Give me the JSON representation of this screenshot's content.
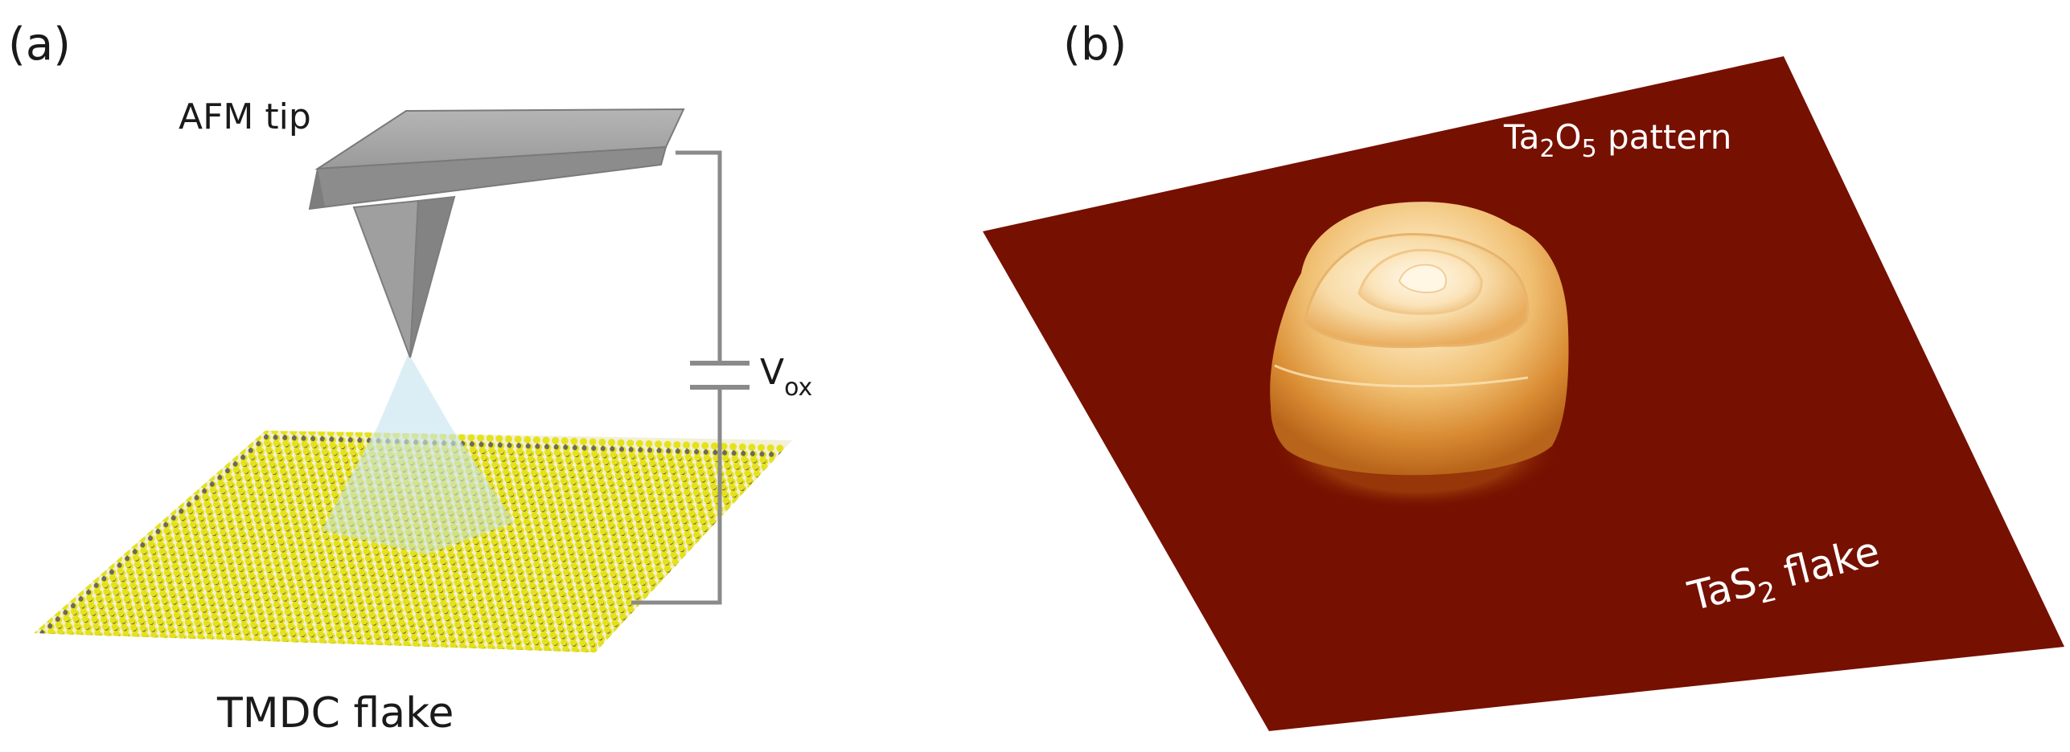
{
  "panel_a": {
    "label": "(a)",
    "tip_label": "AFM tip",
    "voltage": {
      "main": "V",
      "sub": "ox"
    },
    "flake_label": "TMDC flake",
    "colors": {
      "sulfur": "#e6e21a",
      "metal": "#6e6860",
      "tip": "#a6a6a6",
      "tip_dark": "#858585",
      "beam": "#bfe1ee",
      "wire": "#8a8a8a"
    }
  },
  "panel_b": {
    "label": "(b)",
    "pattern_label": {
      "pre": "Ta",
      "sub1": "2",
      "mid": "O",
      "sub2": "5",
      "post": " pattern"
    },
    "flake_label": {
      "pre": "TaS",
      "sub": "2",
      "post": " flake"
    },
    "colors": {
      "substrate": "#761000",
      "dome_base": "#c4711d",
      "dome_light": "#fbe6bb",
      "dome_peak": "#fff4dc"
    }
  }
}
